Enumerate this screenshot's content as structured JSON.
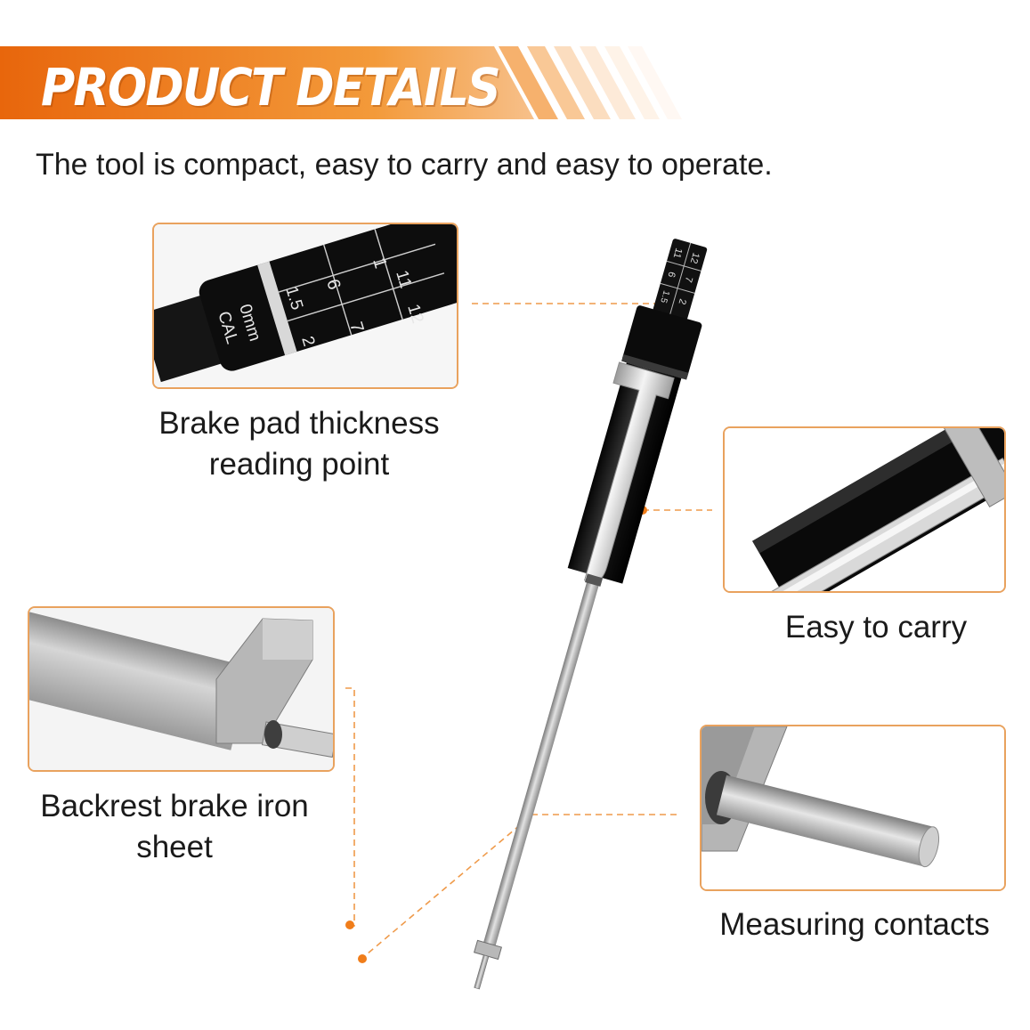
{
  "header": {
    "title": "PRODUCT DETAILS",
    "subtitle": "The tool is compact, easy to carry and easy to operate."
  },
  "callouts": {
    "reading_point": {
      "line1": "Brake pad thickness",
      "line2": "reading point"
    },
    "easy_carry": {
      "label": "Easy to carry"
    },
    "backrest": {
      "line1": "Backrest brake iron",
      "line2": "sheet"
    },
    "contacts": {
      "label": "Measuring contacts"
    }
  },
  "scale_marks": {
    "top_row": [
      "11",
      "12"
    ],
    "mid_row": [
      "6",
      "7"
    ],
    "low_row": [
      "1.5",
      "2"
    ],
    "zoom_top": [
      "1",
      "11",
      "12"
    ],
    "zoom_mid": [
      "1.5",
      "6",
      "7"
    ],
    "zoom_low": [
      "0mm",
      "2"
    ],
    "cal": "CAL"
  },
  "colors": {
    "accent": "#f07d1a",
    "callout_line": "#ef9a4a",
    "box_border": "#e9a25e"
  }
}
